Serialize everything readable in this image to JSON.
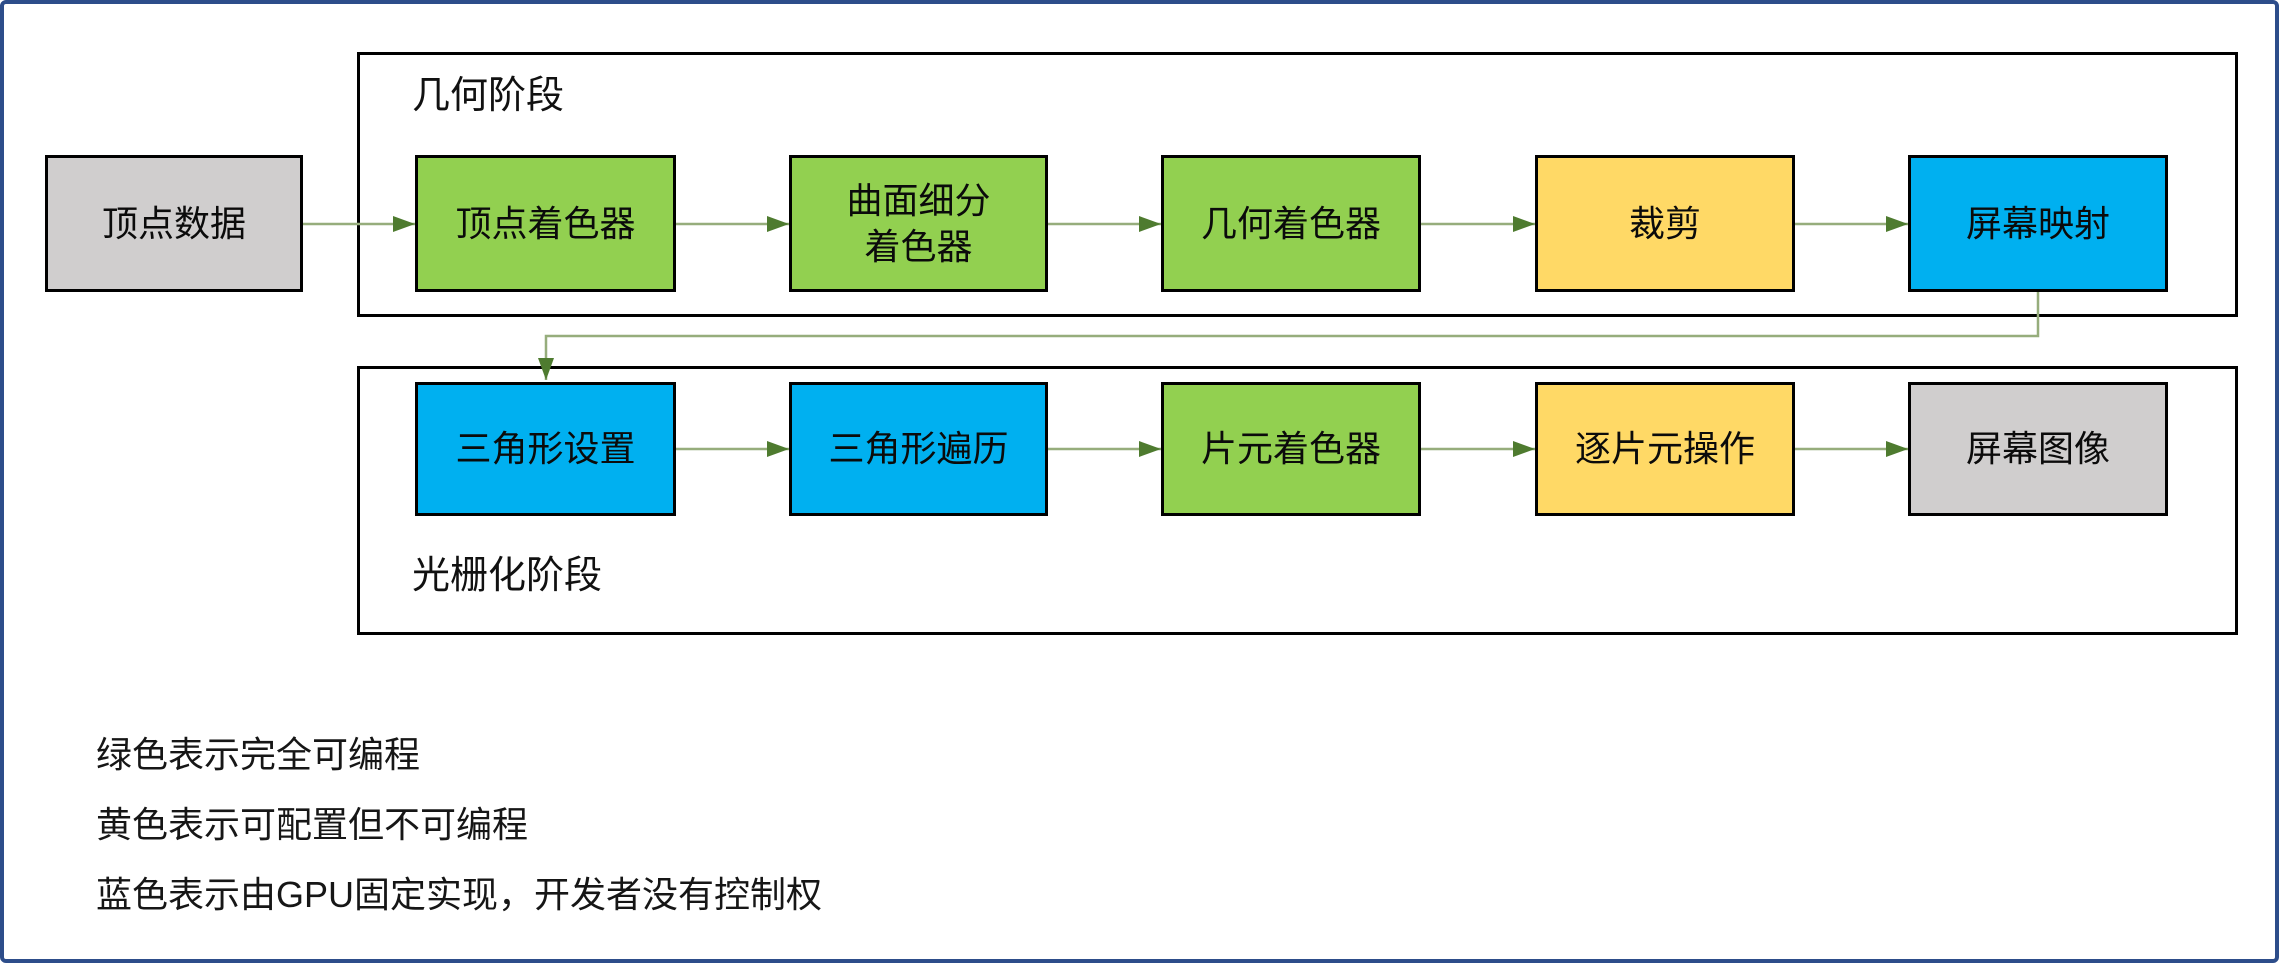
{
  "diagram": {
    "stages": [
      {
        "id": "geometry-stage",
        "label": "几何阶段"
      },
      {
        "id": "rasterization-stage",
        "label": "光栅化阶段"
      }
    ],
    "nodes": [
      {
        "id": "vertex-data",
        "label": "顶点数据",
        "color_key": "gray"
      },
      {
        "id": "vertex-shader",
        "label": "顶点着色器",
        "color_key": "green"
      },
      {
        "id": "tessellation-shader",
        "label": "曲面细分\n着色器",
        "color_key": "green"
      },
      {
        "id": "geometry-shader",
        "label": "几何着色器",
        "color_key": "green"
      },
      {
        "id": "clipping",
        "label": "裁剪",
        "color_key": "yellow"
      },
      {
        "id": "screen-mapping",
        "label": "屏幕映射",
        "color_key": "blue"
      },
      {
        "id": "triangle-setup",
        "label": "三角形设置",
        "color_key": "blue"
      },
      {
        "id": "triangle-traversal",
        "label": "三角形遍历",
        "color_key": "blue"
      },
      {
        "id": "fragment-shader",
        "label": "片元着色器",
        "color_key": "green"
      },
      {
        "id": "per-fragment-operations",
        "label": "逐片元操作",
        "color_key": "yellow"
      },
      {
        "id": "screen-image",
        "label": "屏幕图像",
        "color_key": "gray"
      }
    ],
    "legend": {
      "line1": "绿色表示完全可编程",
      "line2": "黄色表示可配置但不可编程",
      "line3": "蓝色表示由GPU固定实现，开发者没有控制权"
    },
    "colors": {
      "green": "#92d050",
      "yellow": "#ffd966",
      "blue": "#00b0f0",
      "gray": "#d0cece",
      "frame": "#2d4d8a",
      "arrow_line": "#96ad7c",
      "arrow_head": "#4e7b2f"
    }
  }
}
